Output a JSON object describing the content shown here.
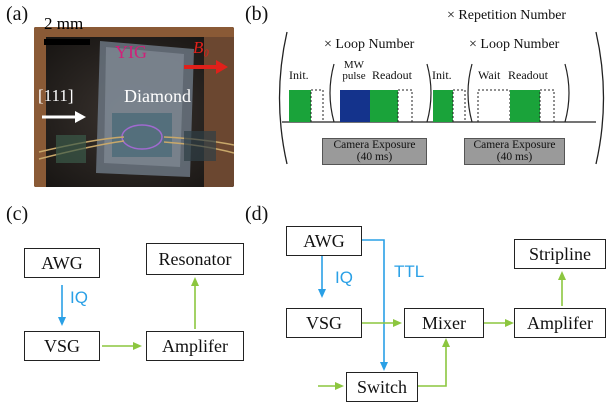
{
  "panels": {
    "a": "(a)",
    "b": "(b)",
    "c": "(c)",
    "d": "(d)"
  },
  "photo": {
    "scale_label": "2 mm",
    "yig_label": "YIG",
    "b0_label": "B₀",
    "direction_label": "[111]",
    "diamond_label": "Diamond"
  },
  "sequence": {
    "repetition_label": "× Repetition Number",
    "loop_label_1": "× Loop Number",
    "loop_label_2": "× Loop Number",
    "init_1": "Init.",
    "mw_pulse": "MW pulse",
    "readout_1": "Readout",
    "init_2": "Init.",
    "wait": "Wait",
    "readout_2": "Readout",
    "camera_1_line1": "Camera Exposure",
    "camera_1_line2": "(40 ms)",
    "camera_2_line1": "Camera Exposure",
    "camera_2_line2": "(40 ms)",
    "colors": {
      "green": "#1aa33a",
      "blue": "#14338c",
      "gray": "#9a9a9a"
    }
  },
  "diagram_c": {
    "awg": "AWG",
    "iq": "IQ",
    "vsg": "VSG",
    "amplifier": "Amplifer",
    "resonator": "Resonator"
  },
  "diagram_d": {
    "awg": "AWG",
    "iq": "IQ",
    "ttl": "TTL",
    "vsg": "VSG",
    "mixer": "Mixer",
    "amplifier": "Amplifer",
    "stripline": "Stripline",
    "switch": "Switch"
  },
  "colors": {
    "iq_arrow": "#2aa0e6",
    "rf_arrow": "#8cc63f",
    "b0_arrow": "#e0201a",
    "yig": "#d0207a"
  }
}
